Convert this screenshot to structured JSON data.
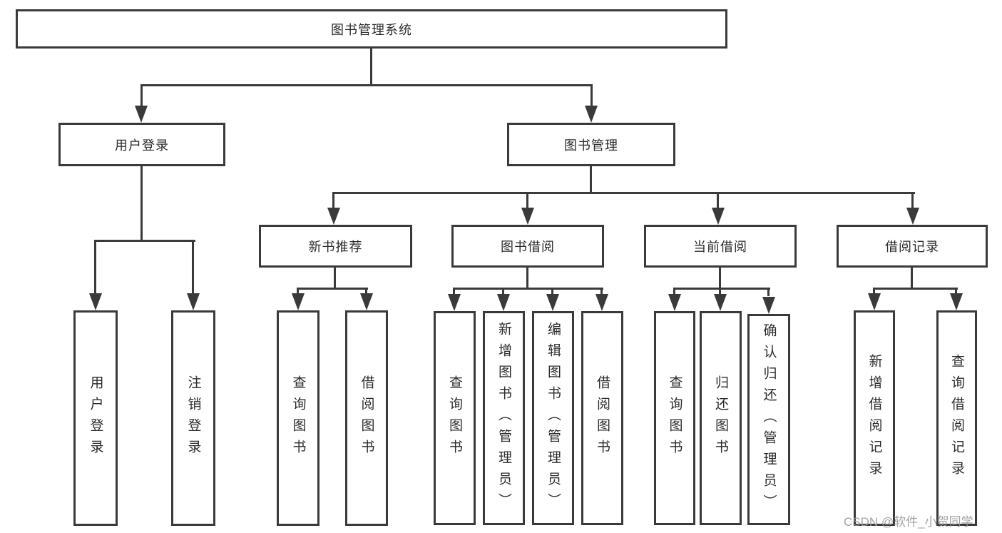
{
  "diagram": {
    "title": "图书管理系统",
    "branches": [
      {
        "label": "用户登录",
        "children": [
          {
            "label": "用户登录"
          },
          {
            "label": "注销登录"
          }
        ]
      },
      {
        "label": "图书管理",
        "groups": [
          {
            "label": "新书推荐",
            "children": [
              {
                "label": "查询图书"
              },
              {
                "label": "借阅图书"
              }
            ]
          },
          {
            "label": "图书借阅",
            "children": [
              {
                "label": "查询图书"
              },
              {
                "label": "新增图书（管理员）"
              },
              {
                "label": "编辑图书（管理员）"
              },
              {
                "label": "借阅图书"
              }
            ]
          },
          {
            "label": "当前借阅",
            "children": [
              {
                "label": "查询图书"
              },
              {
                "label": "归还图书"
              },
              {
                "label": "确认归还（管理员）"
              }
            ]
          },
          {
            "label": "借阅记录",
            "children": [
              {
                "label": "新增借阅记录"
              },
              {
                "label": "查询借阅记录"
              }
            ]
          }
        ]
      }
    ]
  },
  "watermark": "CSDN @软件_小贺同学",
  "colors": {
    "line": "#3a3a3a",
    "box_fill": "#ffffff",
    "text": "#2b2b2b",
    "watermark": "#9b9b9b"
  }
}
